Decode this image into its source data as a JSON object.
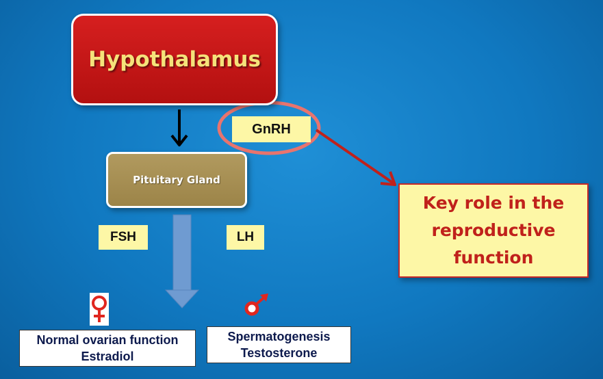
{
  "diagram": {
    "hypothalamus": "Hypothalamus",
    "pituitary": "Pituitary Gland",
    "gnrh": "GnRH",
    "fsh": "FSH",
    "lh": "LH",
    "key_role": "Key role in the reproductive function",
    "female": {
      "icon": "female-symbol-icon",
      "line1": "Normal ovarian function",
      "line2": "Estradiol"
    },
    "male": {
      "icon": "male-symbol-icon",
      "line1": "Spermatogenesis",
      "line2": "Testosterone"
    }
  },
  "colors": {
    "background": "#1078c0",
    "hypothalamus": "#c81616",
    "pituitary": "#a88f52",
    "label_yellow": "#fdf7a6",
    "accent_red": "#c0211b",
    "arrow_blue": "#6f9bd1"
  }
}
